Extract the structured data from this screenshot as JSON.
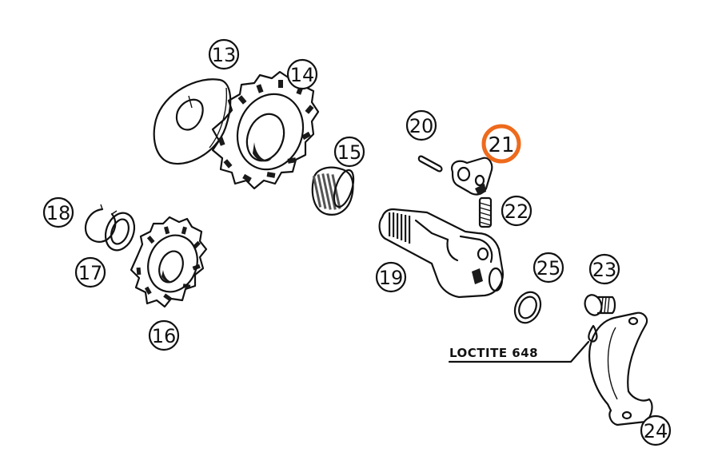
{
  "labels": {
    "p13": "13",
    "p14": "14",
    "p15": "15",
    "p16": "16",
    "p17": "17",
    "p18": "18",
    "p19": "19",
    "p20": "20",
    "p21": "21",
    "p22": "22",
    "p23": "23",
    "p24": "24",
    "p25": "25"
  },
  "callout_text": "LOCTITE 648",
  "colors": {
    "highlight_ring": "#EE6A1C",
    "line": "#111111"
  },
  "icons": {
    "p13": "thrust-washer-icon",
    "p14": "large-gear-icon",
    "p15": "needle-bearing-icon",
    "p16": "small-gear-icon",
    "p17": "washer-icon",
    "p18": "circlip-icon",
    "p19": "kickstart-shaft-icon",
    "p20": "pin-icon",
    "p21": "ratchet-pawl-icon",
    "p22": "spring-icon",
    "p23": "screw-icon",
    "p24": "guide-plate-icon",
    "p25": "shim-icon"
  }
}
